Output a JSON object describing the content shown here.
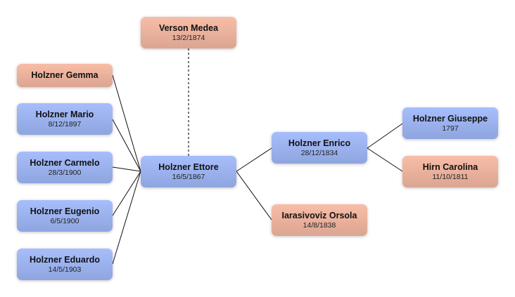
{
  "colors": {
    "male": "#9bb2ee",
    "female": "#eab09c"
  },
  "nodes": {
    "medea": {
      "name": "Verson Medea",
      "date": "13/2/1874"
    },
    "gemma": {
      "name": "Holzner Gemma"
    },
    "mario": {
      "name": "Holzner Mario",
      "date": "8/12/1897"
    },
    "carmelo": {
      "name": "Holzner Carmelo",
      "date": "28/3/1900"
    },
    "eugenio": {
      "name": "Holzner Eugenio",
      "date": "6/5/1900"
    },
    "eduardo": {
      "name": "Holzner Eduardo",
      "date": "14/5/1903"
    },
    "ettore": {
      "name": "Holzner Ettore",
      "date": "16/5/1867"
    },
    "enrico": {
      "name": "Holzner Enrico",
      "date": "28/12/1834"
    },
    "orsola": {
      "name": "Iarasivoviz Orsola",
      "date": "14/8/1838"
    },
    "giuseppe": {
      "name": "Holzner Giuseppe",
      "date": "1797"
    },
    "carolina": {
      "name": "Hirn Carolina",
      "date": "11/10/1811"
    }
  }
}
